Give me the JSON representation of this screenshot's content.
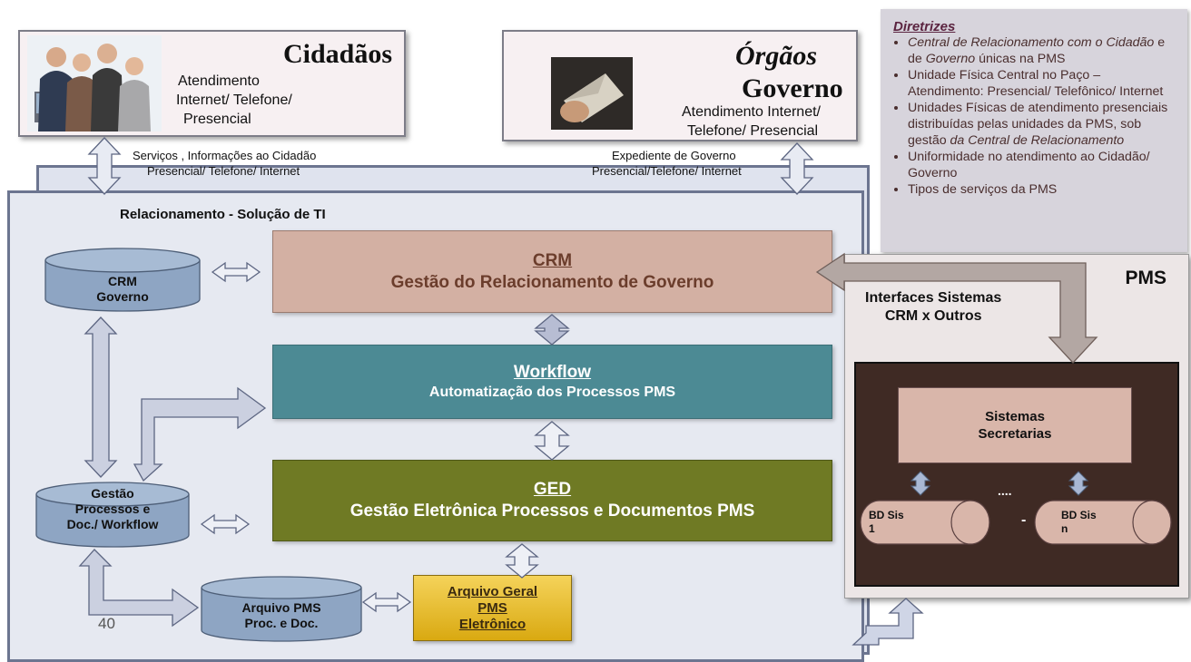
{
  "cidadaos": {
    "title": "Cidadãos",
    "text_line1": "Atendimento",
    "text_line2": "Internet/ Telefone/",
    "text_line3": "Presencial"
  },
  "orgaos": {
    "title_line1": "Órgãos",
    "title_line2": "Governo",
    "text_line1": "Atendimento  Internet/",
    "text_line2": "Telefone/  Presencial"
  },
  "connector_left": {
    "line1": "Serviços , Informações ao Cidadão",
    "line2": "Presencial/ Telefone/ Internet"
  },
  "connector_right": {
    "line1": "Expediente de Governo",
    "line2": "Presencial/Telefone/ Internet"
  },
  "diretrizes": {
    "title": "Diretrizes",
    "items": [
      {
        "italic": "Central de Relacionamento com o Cidadão",
        "mid": " e de ",
        "italic2": "Governo",
        "rest": " únicas na PMS"
      },
      {
        "text": "Unidade Física Central no Paço – Atendimento: Presencial/ Telefônico/ Internet"
      },
      {
        "text": "Unidades Físicas de atendimento presenciais distribuídas pelas unidades da PMS, sob gestão ",
        "italic": "da Central de Relacionamento"
      },
      {
        "text": "Uniformidade no atendimento ao Cidadão/ Governo"
      },
      {
        "text": "Tipos de serviços da PMS"
      }
    ]
  },
  "main_title": "Relacionamento - Solução de TI",
  "crm_governo": {
    "line1": "CRM",
    "line2": "Governo"
  },
  "crm": {
    "title": "CRM",
    "subtitle": "Gestão do Relacionamento de Governo"
  },
  "workflow": {
    "title": "Workflow",
    "subtitle": "Automatização dos Processos  PMS"
  },
  "ged": {
    "title": "GED",
    "subtitle": "Gestão Eletrônica Processos e Documentos PMS"
  },
  "gestao": {
    "line1": "Gestão",
    "line2": "Processos e",
    "line3": "Doc./ Workflow"
  },
  "arquivo_pms": {
    "line1": "Arquivo PMS",
    "line2": "Proc. e Doc."
  },
  "arquivo_geral": {
    "line1": "Arquivo Geral",
    "line2": "PMS",
    "line3": "Eletrônico"
  },
  "page_number": "40",
  "pms": {
    "title": "PMS",
    "interfaces_line1": "Interfaces Sistemas",
    "interfaces_line2": "CRM x Outros",
    "sistemas_line1": "Sistemas",
    "sistemas_line2": "Secretarias",
    "ellipsis": "....",
    "dash": "-",
    "bd1_line1": "BD Sis",
    "bd1_line2": "1",
    "bdn_line1": "BD Sis",
    "bdn_line2": "n"
  },
  "colors": {
    "crm_box": "#d3b0a3",
    "workflow_box": "#4c8a94",
    "ged_box": "#6f7a24",
    "cylinder": "#8ea5c3",
    "arquivo_geral": "#e6b820",
    "pms_dark": "#3f2a24",
    "sistemas_box": "#d9b6aa"
  }
}
